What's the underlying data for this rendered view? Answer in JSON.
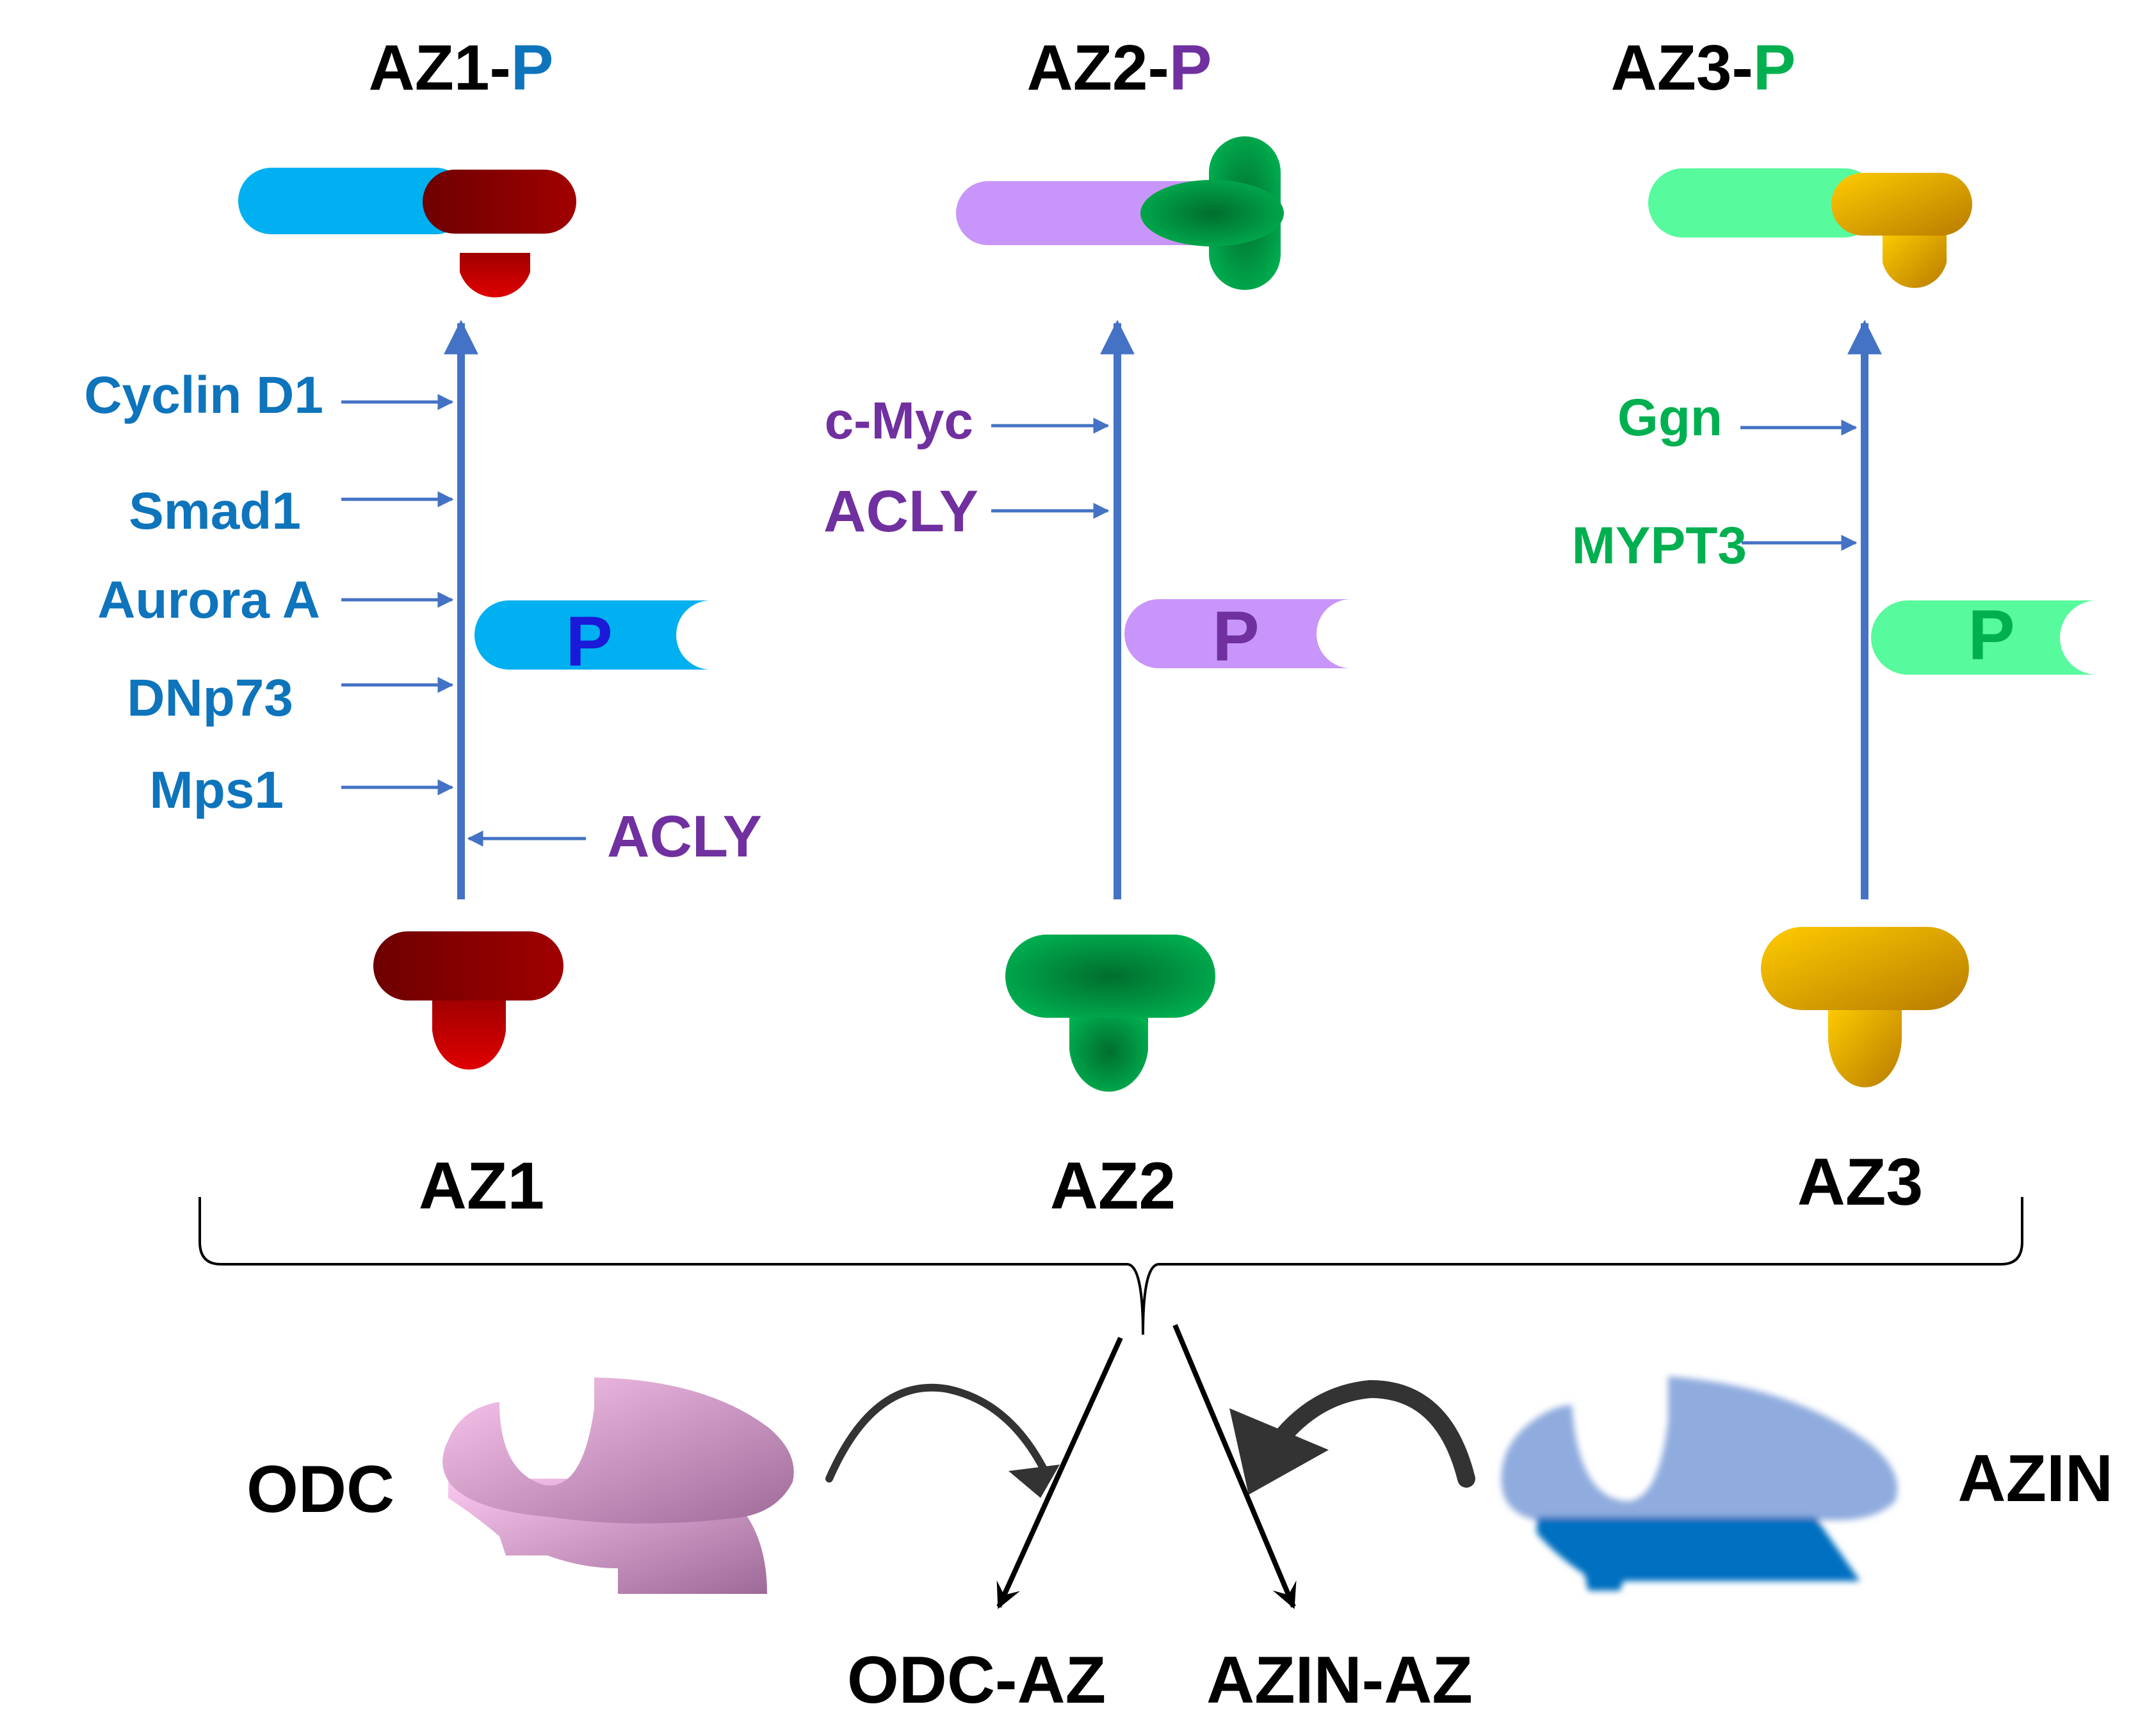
{
  "colors": {
    "az1_accent": "#0E74BC",
    "az2_accent": "#7030A0",
    "az3_accent": "#00B050",
    "arrow_blue": "#4472C4",
    "black": "#000000",
    "az1_bar": "#00B0F0",
    "az2_bar": "#C896FA",
    "az3_bar": "#57FA9C"
  },
  "columns": [
    {
      "id": "az1",
      "top_title_prefix": "AZ1-",
      "top_title_suffix": "P",
      "bottom_label": "AZ1",
      "phospho_label": "P",
      "kinases": [
        "Cyclin D1",
        "Smad1",
        "Aurora A",
        "DNp73",
        "Mps1"
      ],
      "inhibitor": "ACLY"
    },
    {
      "id": "az2",
      "top_title_prefix": "AZ2-",
      "top_title_suffix": "P",
      "bottom_label": "AZ2",
      "phospho_label": "P",
      "kinases": [
        "c-Myc",
        "ACLY"
      ]
    },
    {
      "id": "az3",
      "top_title_prefix": "AZ3-",
      "top_title_suffix": "P",
      "bottom_label": "AZ3",
      "phospho_label": "P",
      "kinases": [
        "Ggn",
        "MYPT3"
      ]
    }
  ],
  "bottom": {
    "odc_label": "ODC",
    "azin_label": "AZIN",
    "odc_az_label": "ODC-AZ",
    "azin_az_label": "AZIN-AZ"
  }
}
